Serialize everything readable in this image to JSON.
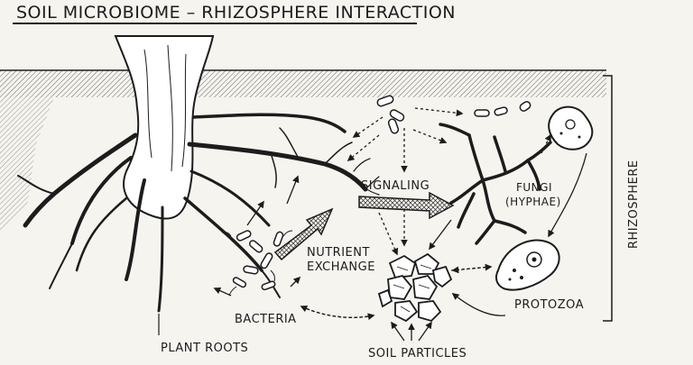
{
  "title": "SOIL MICROBIOME – RHIZOSPHERE INTERACTION",
  "labels": {
    "signaling": "SIGNALING",
    "nutrient_1": "NUTRIENT",
    "nutrient_2": "EXCHANGE",
    "fungi_1": "FUNGI",
    "fungi_2": "(HYPHAE)",
    "protozoa": "PROTOZOA",
    "bacteria": "BACTERIA",
    "plant_roots": "PLANT ROOTS",
    "soil_particles": "SOIL PARTICLES",
    "rhizosphere": "RHIZOSPHERE"
  },
  "colors": {
    "ink": "#1c1c1c",
    "paper": "#f6f4ef",
    "soil_hatch": "#3a3a3a"
  }
}
